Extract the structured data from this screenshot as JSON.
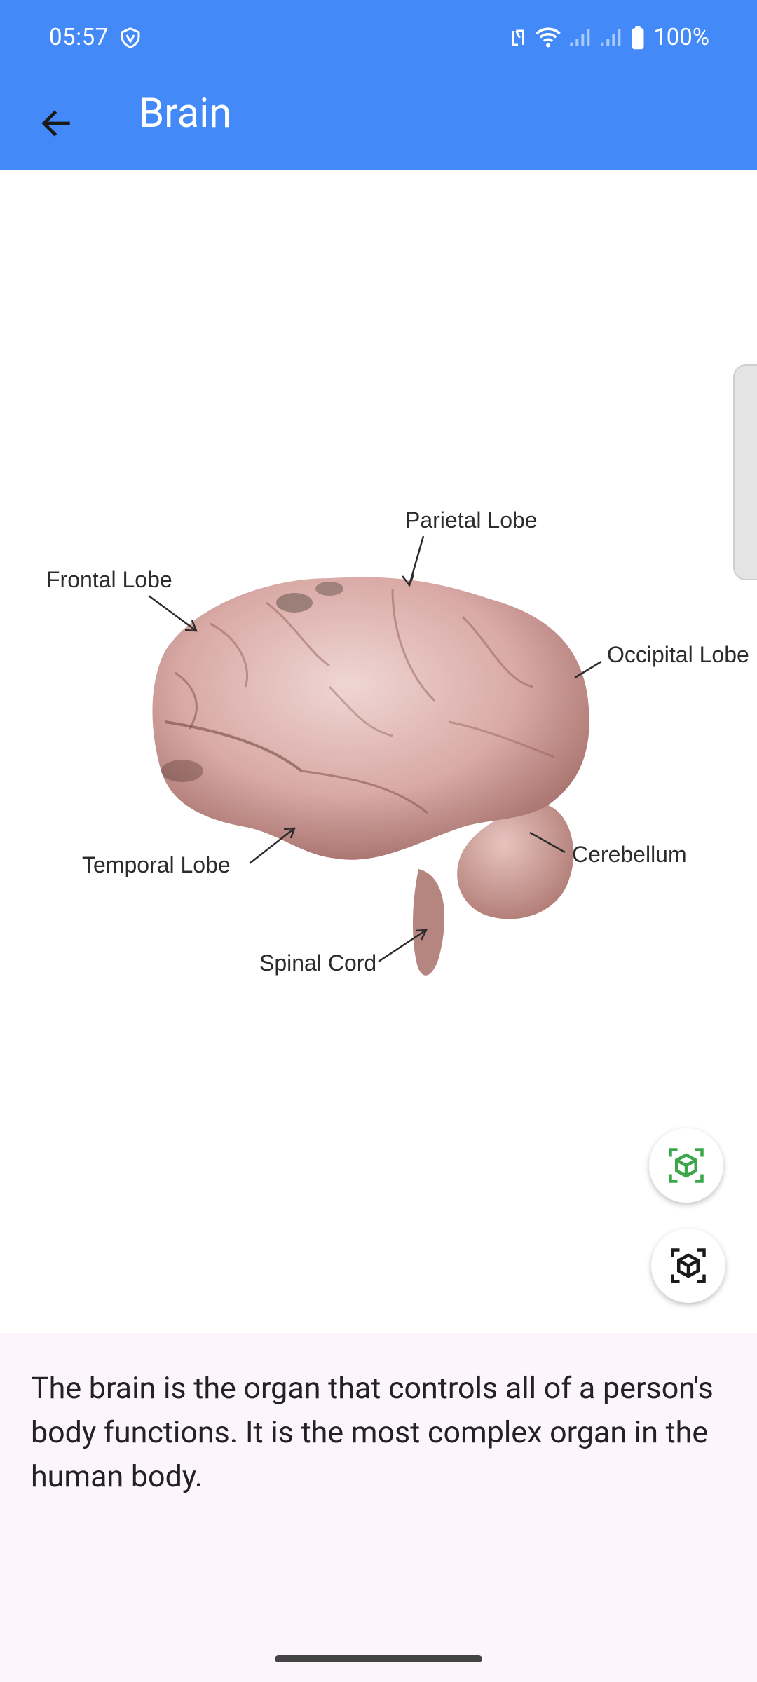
{
  "status_bar": {
    "time": "05:57",
    "battery": "100%",
    "icons": [
      "shield-icon",
      "nfc-icon",
      "wifi-icon",
      "signal-icon",
      "signal-icon",
      "battery-icon"
    ]
  },
  "app_bar": {
    "title": "Brain",
    "back_icon": "arrow-left-icon",
    "color": "#4389f8"
  },
  "diagram": {
    "labels": {
      "parietal": "Parietal Lobe",
      "frontal": "Frontal Lobe",
      "occipital": "Occipital Lobe",
      "temporal": "Temporal Lobe",
      "cerebellum": "Cerebellum",
      "spinal": "Spinal Cord"
    }
  },
  "actions": {
    "ar_icon": "ar-cube-icon",
    "view3d_icon": "3d-cube-icon",
    "ar_color": "#3aa74a"
  },
  "description": {
    "text": "The brain is the organ that controls all of a person's body functions. It is the most complex organ in the human body."
  }
}
